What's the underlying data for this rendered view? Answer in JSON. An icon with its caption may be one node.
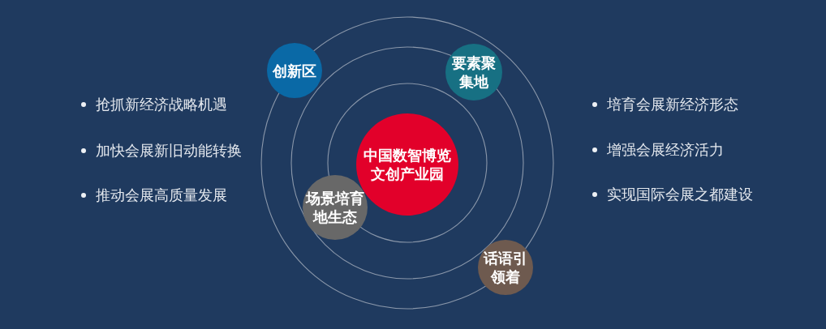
{
  "diagram": {
    "nodes": [
      {
        "text": [
          "创新区"
        ]
      },
      {
        "text": [
          "要素聚集地"
        ]
      },
      {
        "text": [
          "中国数智博览文创产业园"
        ]
      },
      {
        "text": [
          "场景培育地生态"
        ]
      },
      {
        "text": [
          "话语引领着"
        ]
      }
    ],
    "labels": [
      "抢抓新经济战略机遇",
      "加快会展新旧动能转换",
      "推动会展高质量发展",
      "培育会展新经济形态",
      "增强会展经济活力",
      "实现国际会展之都建设"
    ]
  }
}
